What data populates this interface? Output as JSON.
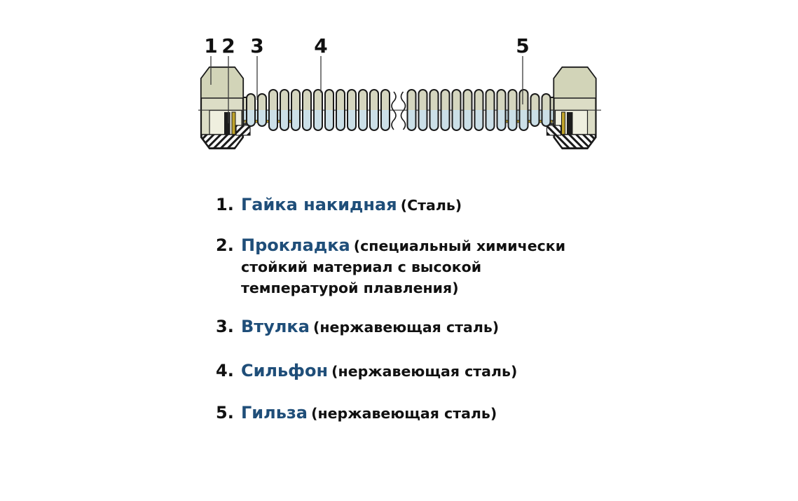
{
  "callouts": [
    "1",
    "2",
    "3",
    "4",
    "5"
  ],
  "legend": {
    "items": [
      {
        "num": "1.",
        "name": "Гайка накидная",
        "desc": "(Сталь)"
      },
      {
        "num": "2.",
        "name": "Прокладка",
        "desc": "(специальный химически стойкий материал с высокой температурой плавления)"
      },
      {
        "num": "3.",
        "name": "Втулка",
        "desc": "(нержавеющая сталь)"
      },
      {
        "num": "4.",
        "name": "Сильфон",
        "desc": "(нержавеющая сталь)"
      },
      {
        "num": "5.",
        "name": "Гильза",
        "desc": "(нержавеющая сталь)"
      }
    ]
  },
  "colors": {
    "accent_blue": "#1f4e79",
    "text_black": "#111111",
    "nut_beige": "#dcddc6",
    "nut_chamfer": "#d2d4b8",
    "cavity": "#efefdf",
    "bellows_beige": "#d5d6bf",
    "bellows_blue": "#cbdfe7",
    "gasket_black": "#1c1c1c",
    "gold": "#bfa32a",
    "outline": "#1a1a1a"
  }
}
